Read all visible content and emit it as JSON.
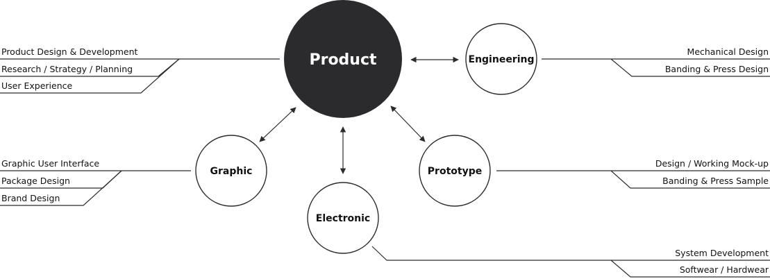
{
  "nodes": {
    "product": {
      "label": "Product",
      "fill": "#2b2b2d",
      "text_color": "#ffffff"
    },
    "engineering": {
      "label": "Engineering"
    },
    "graphic": {
      "label": "Graphic"
    },
    "electronic": {
      "label": "Electronic"
    },
    "prototype": {
      "label": "Prototype"
    }
  },
  "lists": {
    "product": [
      "Product Design & Development",
      "Research / Strategy / Planning",
      "User Experience"
    ],
    "engineering": [
      "Mechanical Design",
      "Banding & Press Design"
    ],
    "graphic": [
      "Graphic User Interface",
      "Package Design",
      "Brand Design"
    ],
    "prototype": [
      "Design / Working Mock-up",
      "Banding & Press Sample"
    ],
    "electronic": [
      "System Development",
      "Softwear / Hardwear"
    ]
  },
  "colors": {
    "stroke": "#2b2b2b",
    "node_fill": "#ffffff"
  }
}
